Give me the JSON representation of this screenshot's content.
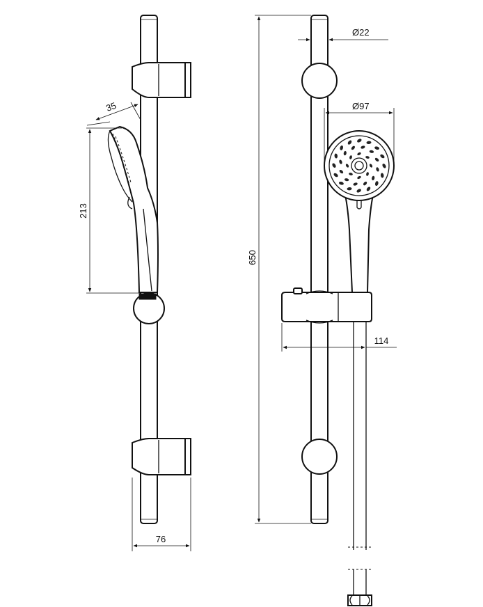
{
  "dimensions": {
    "side_thickness": "35",
    "side_handshower_height": "213",
    "side_width": "76",
    "total_height": "650",
    "rail_diameter": "Ø22",
    "head_diameter": "Ø97",
    "slider_depth": "114"
  }
}
